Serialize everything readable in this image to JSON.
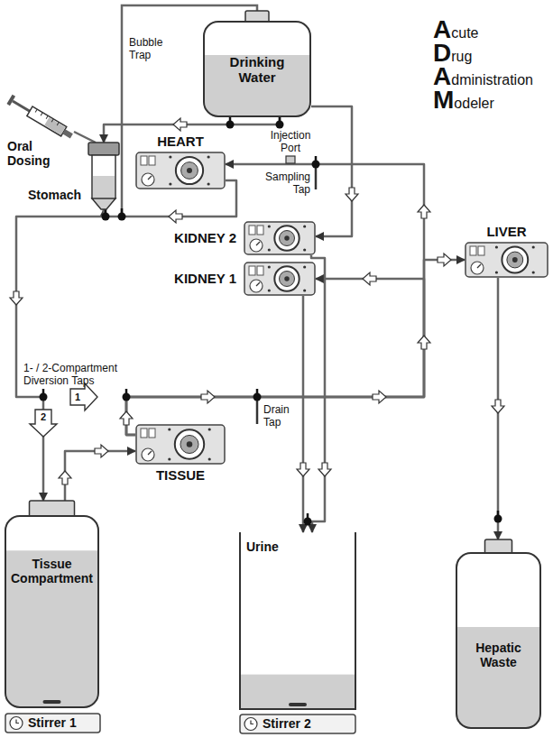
{
  "diagram": {
    "nodes": [
      {
        "text": [
          "Drinking Water"
        ]
      },
      {
        "text": [
          "Oral Dosing"
        ]
      },
      {
        "text": [
          "Stomach"
        ]
      },
      {
        "text": [
          "HEART"
        ]
      },
      {
        "text": [
          "KIDNEY 2"
        ]
      },
      {
        "text": [
          "KIDNEY 1"
        ]
      },
      {
        "text": [
          "LIVER"
        ]
      },
      {
        "text": [
          "TISSUE"
        ]
      },
      {
        "text": [
          "Tissue Compartment"
        ]
      },
      {
        "text": [
          "Stirrer 1"
        ]
      },
      {
        "text": [
          "Urine"
        ]
      },
      {
        "text": [
          "Stirrer 2"
        ]
      },
      {
        "text": [
          "Hepatic Waste"
        ]
      }
    ],
    "edges": [
      {
        "from": 1,
        "to": 2,
        "arrow": "none"
      },
      {
        "from": 0,
        "to": 2,
        "arrow": "to"
      },
      {
        "from": 0,
        "to": 4,
        "arrow": "to"
      },
      {
        "from": 3,
        "to": 2,
        "arrow": "to"
      },
      {
        "from": 2,
        "to": 8,
        "arrow": "to"
      },
      {
        "from": 8,
        "to": 7,
        "arrow": "to"
      },
      {
        "from": 7,
        "to": 3,
        "arrow": "to"
      },
      {
        "from": 7,
        "to": 6,
        "arrow": "to"
      },
      {
        "from": 7,
        "to": 5,
        "arrow": "to"
      },
      {
        "from": 5,
        "to": 10,
        "arrow": "to"
      },
      {
        "from": 4,
        "to": 10,
        "arrow": "to"
      },
      {
        "from": 6,
        "to": 12,
        "arrow": "to"
      }
    ],
    "labels": [
      "Acute",
      "Drug",
      "Administration",
      "Modeler",
      "Bubble Trap",
      "Injection Port",
      "Sampling Tap",
      "1- / 2-Compartment Diversion Taps",
      "1",
      "2",
      "Drain Tap"
    ]
  }
}
